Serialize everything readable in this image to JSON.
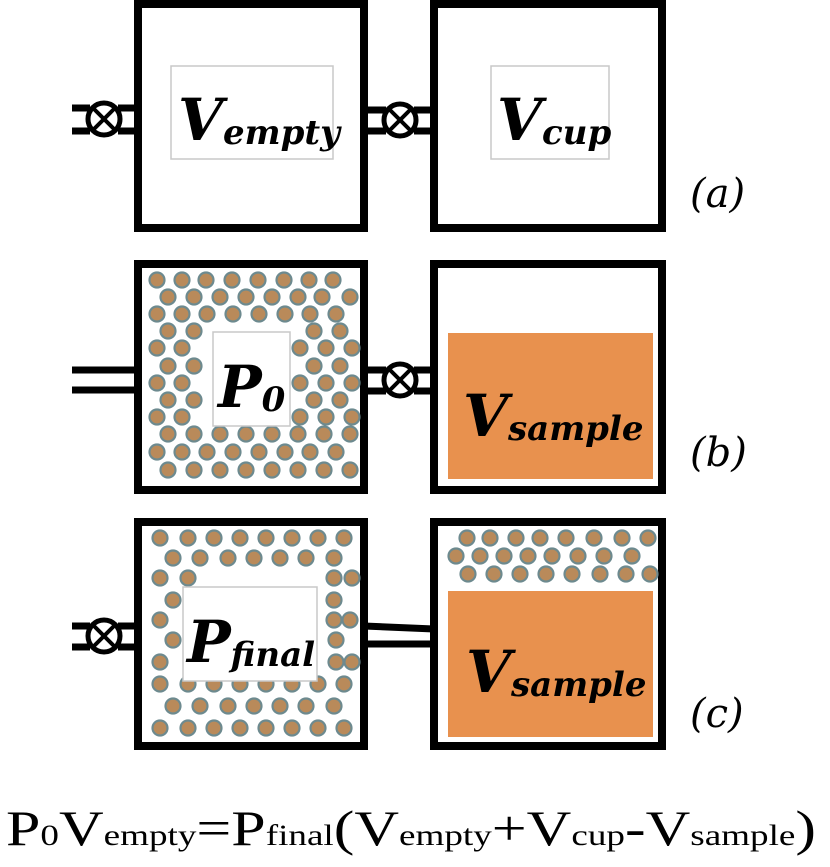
{
  "panels": [
    {
      "id": "a",
      "tag": "(a)",
      "left_label": {
        "main": "V",
        "sub": "empty"
      },
      "right_label": {
        "main": "V",
        "sub": "cup"
      }
    },
    {
      "id": "b",
      "tag": "(b)",
      "left_label": {
        "main": "P",
        "sub": "0"
      },
      "right_label": {
        "main": "V",
        "sub": "sample"
      }
    },
    {
      "id": "c",
      "tag": "(c)",
      "left_label": {
        "main": "P",
        "sub": "final"
      },
      "right_label": {
        "main": "V",
        "sub": "sample"
      }
    }
  ],
  "equation": {
    "t1": "P",
    "s1": "0",
    "t2": "V",
    "s2": "empty",
    "t3": "=P",
    "s3": "final",
    "t4": "(V",
    "s4": "empty",
    "t5": "+V",
    "s5": "cup",
    "t6": "-V",
    "s6": "sample",
    "t7": ")"
  },
  "colors": {
    "outline": "#000000",
    "sample_fill": "#e8914e",
    "sample_stroke": "#ffffff",
    "particle_fill": "#b98a5a",
    "particle_stroke": "#6d8a8f",
    "label_box_stroke": "#c8c8c8"
  },
  "icons": [
    "valve-icon",
    "particle-icon"
  ]
}
